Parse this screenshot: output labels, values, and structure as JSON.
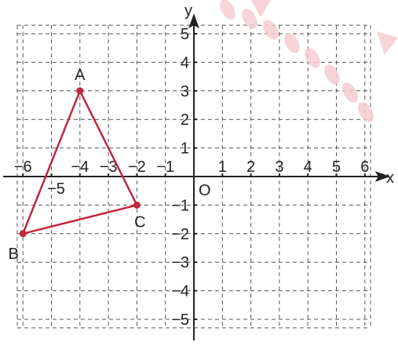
{
  "axes": {
    "x_label": "x",
    "y_label": "y",
    "origin_label": "O",
    "x_range": [
      -6,
      6
    ],
    "y_range": [
      -5,
      5
    ]
  },
  "x_ticks": [
    {
      "value": -6,
      "label": "−6"
    },
    {
      "value": -5,
      "label": "−5"
    },
    {
      "value": -4,
      "label": "−4"
    },
    {
      "value": -3,
      "label": "−3"
    },
    {
      "value": -2,
      "label": "−2"
    },
    {
      "value": -1,
      "label": "−1"
    },
    {
      "value": 1,
      "label": "1"
    },
    {
      "value": 2,
      "label": "2"
    },
    {
      "value": 3,
      "label": "3"
    },
    {
      "value": 4,
      "label": "4"
    },
    {
      "value": 5,
      "label": "5"
    },
    {
      "value": 6,
      "label": "6"
    }
  ],
  "y_ticks": [
    {
      "value": 5,
      "label": "5"
    },
    {
      "value": 4,
      "label": "4"
    },
    {
      "value": 3,
      "label": "3"
    },
    {
      "value": 2,
      "label": "2"
    },
    {
      "value": 1,
      "label": "1"
    },
    {
      "value": -1,
      "label": "−1"
    },
    {
      "value": -2,
      "label": "−2"
    },
    {
      "value": -3,
      "label": "−3"
    },
    {
      "value": -4,
      "label": "−4"
    },
    {
      "value": -5,
      "label": "−5"
    }
  ],
  "points": [
    {
      "name": "A",
      "x": -4,
      "y": 3
    },
    {
      "name": "B",
      "x": -6,
      "y": -2
    },
    {
      "name": "C",
      "x": -2,
      "y": -1
    }
  ],
  "triangle": [
    "A",
    "B",
    "C"
  ],
  "colors": {
    "triangle": "#c0283a",
    "grid": "#555555",
    "axis": "#222222",
    "watermark": "#f4c9cf"
  }
}
